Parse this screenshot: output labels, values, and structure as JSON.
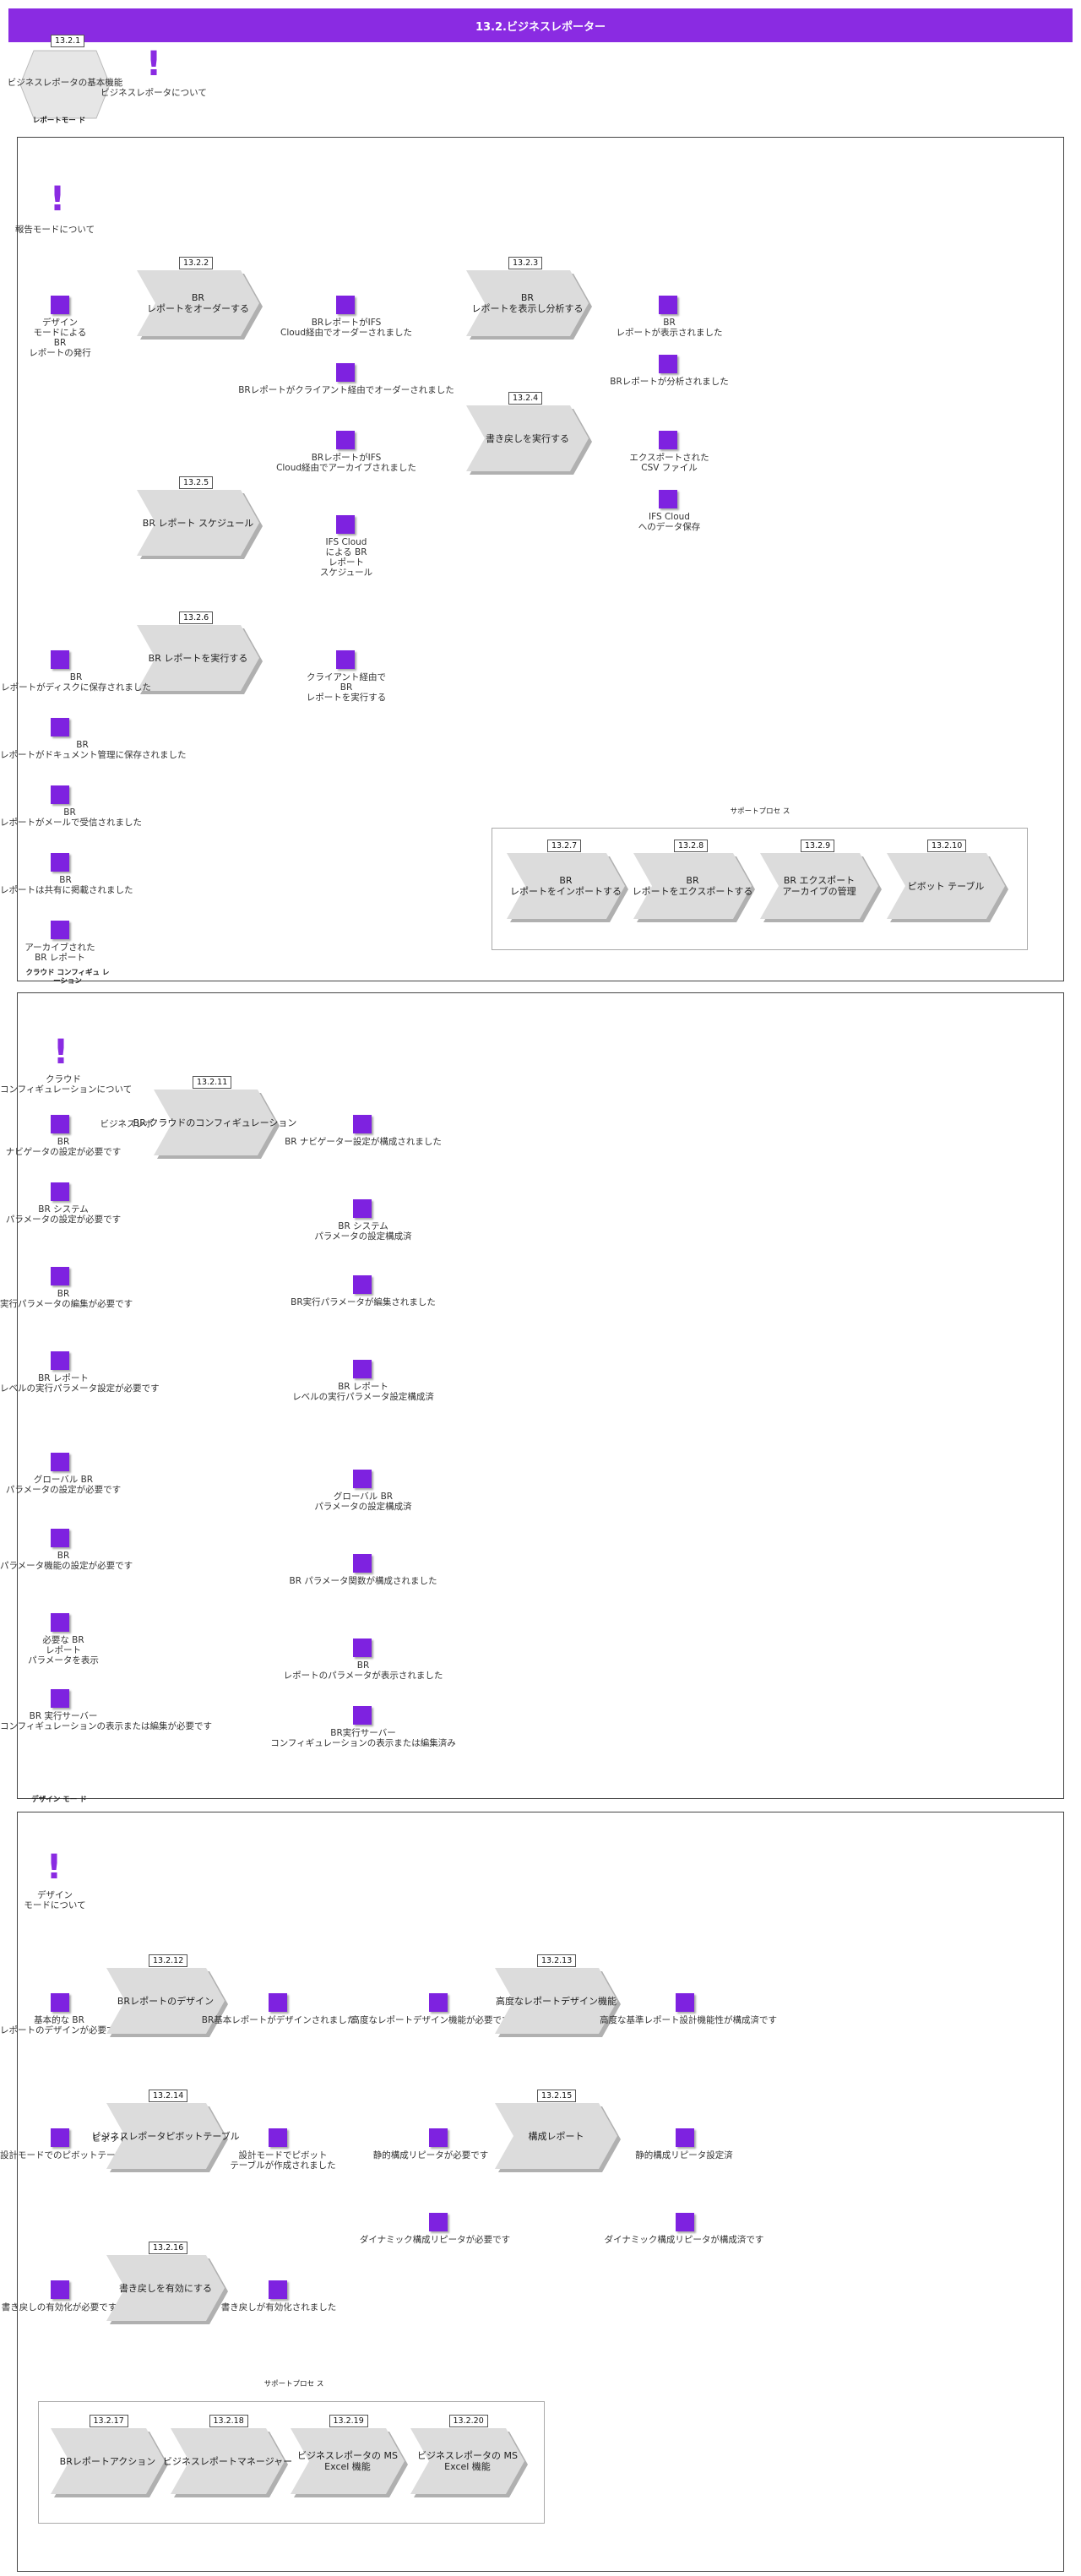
{
  "header": {
    "title": "13.2.ビジネスレポーター"
  },
  "overview": {
    "badge": "13.2.1",
    "text": "ビジネスレポータの基本機能",
    "info": "ビジネスレポータについて"
  },
  "lanes": {
    "report_mode": "レポートモー\nド",
    "cloud_config": "クラウド コンフィギュ\nレーション",
    "design_mode": "デザイン モー\nド"
  },
  "report_mode": {
    "info": "報告モードについて",
    "start_event": "デザイン\nモードによる\nBR\nレポートの発行",
    "p_order": {
      "badge": "13.2.2",
      "label": "BR\nレポートをオーダーする"
    },
    "e_ordered_cloud": "BRレポートがIFS\nCloud経由でオーダーされました",
    "e_ordered_client": "BRレポートがクライアント経由でオーダーされました",
    "e_archived_cloud": "BRレポートがIFS\nCloud経由でアーカイブされました",
    "p_view": {
      "badge": "13.2.3",
      "label": "BR\nレポートを表示し分析する"
    },
    "e_displayed": "BR\nレポートが表示されました",
    "e_analyzed": "BRレポートが分析されました",
    "p_writeback": {
      "badge": "13.2.4",
      "label": "書き戻しを実行する"
    },
    "e_csv": "エクスポートされた\nCSV ファイル",
    "e_ifs_store": "IFS Cloud\nへのデータ保存",
    "p_schedule": {
      "badge": "13.2.5",
      "label": "BR レポート スケジュール"
    },
    "e_scheduled": "IFS Cloud\nによる BR\nレポート\nスケジュール",
    "p_run": {
      "badge": "13.2.6",
      "label": "BR レポートを実行する"
    },
    "e_run_client": "クライアント経由で\nBR\nレポートを実行する",
    "e_disk": "BR\nレポートがディスクに保存されました",
    "e_docmgmt": "BR\nレポートがドキュメント管理に保存されました",
    "e_mail": "BR\nレポートがメールで受信されました",
    "e_shared": "BR\nレポートは共有に掲載されました",
    "e_archived": "アーカイブされた\nBR レポート",
    "related": {
      "title": "サポートプロセ\nス",
      "items": [
        {
          "badge": "13.2.7",
          "label": "BR\nレポートをインポートする"
        },
        {
          "badge": "13.2.8",
          "label": "BR\nレポートをエクスポートする"
        },
        {
          "badge": "13.2.9",
          "label": "BR エクスポート\nアーカイブの管理"
        },
        {
          "badge": "13.2.10",
          "label": "ピボット テーブル"
        }
      ]
    }
  },
  "cloud_config": {
    "info": "クラウド\nコンフィギュレーションについて",
    "p_config": {
      "badge": "13.2.11",
      "label": "BR クラウドのコンフィギュレーション"
    },
    "edge_label": "ビジネスレポ",
    "inputs": [
      "BR\nナビゲータの設定が必要です",
      "BR システム\nパラメータの設定が必要です",
      "BR\n実行パラメータの編集が必要です",
      "BR レポート\nレベルの実行パラメータ設定が必要です",
      "グローバル BR\nパラメータの設定が必要です",
      "BR\nパラメータ機能の設定が必要です",
      "必要な BR\nレポート\nパラメータを表示",
      "BR 実行サーバー\nコンフィギュレーションの表示または編集が必要です"
    ],
    "outputs": [
      "BR ナビゲーター設定が構成されました",
      "BR システム\nパラメータの設定構成済",
      "BR実行パラメータが編集されました",
      "BR レポート\nレベルの実行パラメータ設定構成済",
      "グローバル BR\nパラメータの設定構成済",
      "BR パラメータ関数が構成されました",
      "BR\nレポートのパラメータが表示されました",
      "BR実行サーバー\nコンフィギュレーションの表示または編集済み"
    ]
  },
  "design_mode": {
    "info": "デザイン\nモードについて",
    "p_design": {
      "badge": "13.2.12",
      "label": "BRレポートのデザイン"
    },
    "e_design_need": "基本的な BR\nレポートのデザインが必要です",
    "e_designed": "BR基本レポートがデザインされました",
    "p_adv": {
      "badge": "13.2.13",
      "label": "高度なレポートデザイン機能"
    },
    "e_adv_need": "高度なレポートデザイン機能が必要です",
    "e_adv_done": "高度な基準レポート設計機能性が構成済です",
    "p_pivot": {
      "badge": "13.2.14",
      "label": "ビジネスレポータピボットテーブル"
    },
    "e_pivot_need": "設計モードでのピボットテーブルの作成",
    "e_pivot_done": "設計モードでピボット\nテーブルが作成されました",
    "edge_pivot": "ピボット",
    "p_repeat": {
      "badge": "13.2.15",
      "label": "構成レポート"
    },
    "e_static_need": "静的構成リピータが必要です",
    "e_dynamic_need": "ダイナミック構成リピータが必要です",
    "e_static_done": "静的構成リピータ設定済",
    "e_dynamic_done": "ダイナミック構成リピータが構成済です",
    "p_wb": {
      "badge": "13.2.16",
      "label": "書き戻しを有効にする"
    },
    "e_wb_need": "書き戻しの有効化が必要です",
    "e_wb_done": "書き戻しが有効化されました",
    "related": {
      "title": "サポートプロセ\nス",
      "items": [
        {
          "badge": "13.2.17",
          "label": "BRレポートアクション"
        },
        {
          "badge": "13.2.18",
          "label": "ビジネスレポートマネージャー"
        },
        {
          "badge": "13.2.19",
          "label": "ビジネスレポータの MS\nExcel 機能"
        },
        {
          "badge": "13.2.20",
          "label": "ビジネスレポータの MS\nExcel 機能"
        }
      ]
    }
  }
}
